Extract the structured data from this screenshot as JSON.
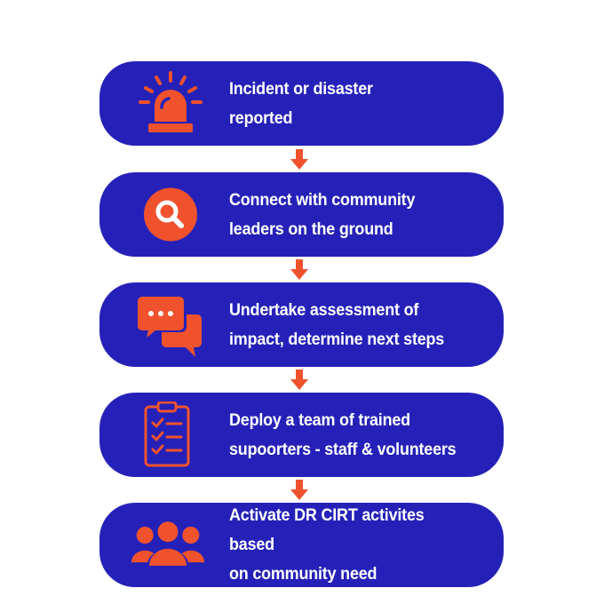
{
  "colors": {
    "box": "#2521b8",
    "accent": "#f0522d",
    "text": "#ffffff",
    "background": "#ffffff"
  },
  "steps": [
    {
      "icon": "siren-alarm-icon",
      "label": "Incident or disaster\nreported"
    },
    {
      "icon": "search-icon",
      "label": "Connect with community\nleaders on the ground"
    },
    {
      "icon": "chat-bubbles-icon",
      "label": "Undertake assessment of\nimpact, determine next steps"
    },
    {
      "icon": "clipboard-checklist-icon",
      "label": "Deploy a team of trained\nsupoorters - staff & volunteers"
    },
    {
      "icon": "group-people-icon",
      "label": "Activate DR CIRT activites based\non community need"
    }
  ]
}
